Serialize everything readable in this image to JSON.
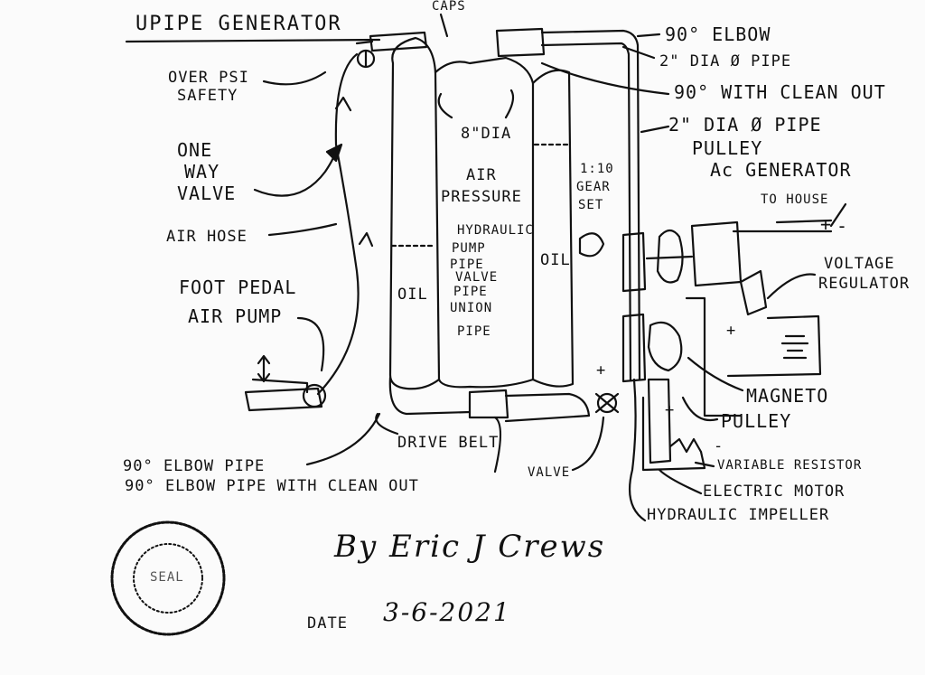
{
  "title": "UPIPE GENERATOR",
  "labels": {
    "caps": "CAPS",
    "elbow_90": "90° ELBOW",
    "dia_pipe_2_top": "2\" DIA Ø PIPE",
    "with_clean_out": "90° WITH CLEAN OUT",
    "dia_pipe_2": "2\" DIA Ø PIPE",
    "pulley_top": "PULLEY",
    "ac_generator": "Ac GENERATOR",
    "to_house": "TO HOUSE",
    "voltage": "VOLTAGE",
    "regulator": "REGULATOR",
    "over_psi": "OVER PSI",
    "safety": "SAFETY",
    "one": "ONE",
    "way": "WAY",
    "valve_left": "VALVE",
    "air_hose": "AIR HOSE",
    "foot_pedal": "FOOT PEDAL",
    "air_pump": "AIR PUMP",
    "dia_8": "8\"DIA",
    "air": "AIR",
    "pressure": "PRESSURE",
    "oil_left": "OIL",
    "oil_mid": "OIL",
    "gear_1": "1:10",
    "gear_2": "GEAR",
    "gear_3": "SET",
    "hydraulic": "HYDRAULIC",
    "pump": "PUMP",
    "pipe_1": "PIPE",
    "valve_mid": "VALVE",
    "pipe_2": "PIPE",
    "union": "UNION",
    "pipe_3": "PIPE",
    "magneto": "MAGNETO",
    "pulley_bottom": "PULLEY",
    "drive_belt": "DRIVE BELT",
    "elbow_pipe": "90° ELBOW PIPE",
    "elbow_pipe_clean": "90° ELBOW PIPE WITH CLEAN OUT",
    "valve_bottom": "VALVE",
    "variable_resistor": "VARIABLE RESISTOR",
    "electric_motor": "ELECTRIC MOTOR",
    "hydraulic_impeller": "HYDRAULIC IMPELLER",
    "plus": "+",
    "minus": "-"
  },
  "signature": "By Eric J Crews",
  "date_label": "DATE",
  "date_value": "3-6-2021",
  "stamp_text": "SEAL",
  "colors": {
    "ink": "#111111",
    "paper": "#fbfbfb"
  }
}
